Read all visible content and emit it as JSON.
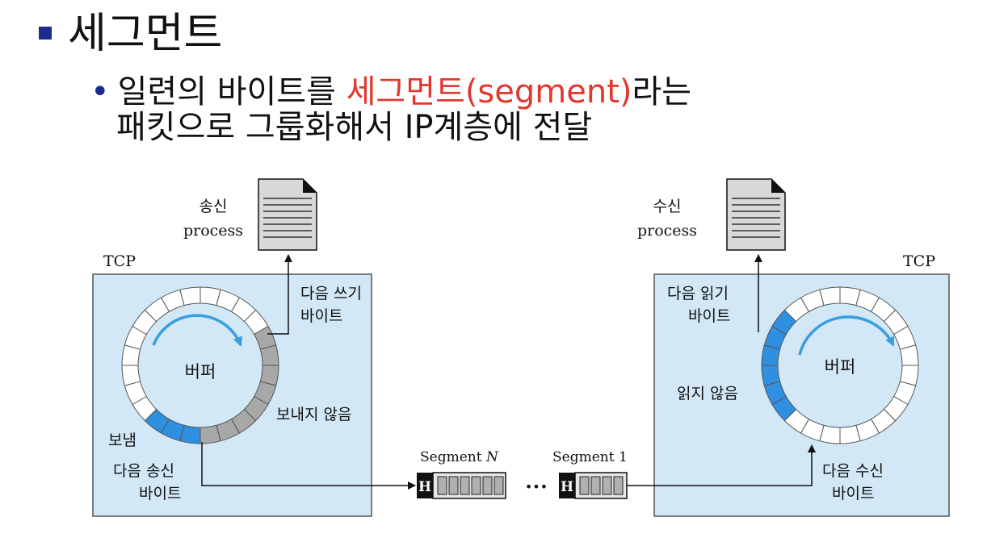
{
  "title": "세그먼트",
  "bullet": {
    "pre": "일련의 바이트를 ",
    "highlight": "세그먼트(segment)",
    "post": "라는",
    "line2": "패킷으로 그룹화해서 IP계층에 전달"
  },
  "colors": {
    "bullet_square": "#1c2b8f",
    "highlight": "#e0382d",
    "tcp_box": "#d2e8f6",
    "sent_cell": "#2f8fe0",
    "unsent_cell": "#a8a8a8",
    "arrow_blue": "#3a9de0"
  },
  "sender": {
    "box_label": "TCP",
    "process_label_1": "송신",
    "process_label_2": "process",
    "buffer_label": "버퍼",
    "next_write_1": "다음 쓰기",
    "next_write_2": "바이트",
    "not_sent": "보내지 않음",
    "sent": "보냄",
    "next_send_1": "다음 송신",
    "next_send_2": "바이트"
  },
  "receiver": {
    "box_label": "TCP",
    "process_label_1": "수신",
    "process_label_2": "process",
    "buffer_label": "버퍼",
    "next_read_1": "다음 읽기",
    "next_read_2": "바이트",
    "not_read": "읽지 않음",
    "next_recv_1": "다음 수신",
    "next_recv_2": "바이트"
  },
  "segments": {
    "segment_n_prefix": "Segment ",
    "segment_n_var": "N",
    "segment_1": "Segment 1",
    "header_letter": "H",
    "ellipsis": "•••"
  }
}
